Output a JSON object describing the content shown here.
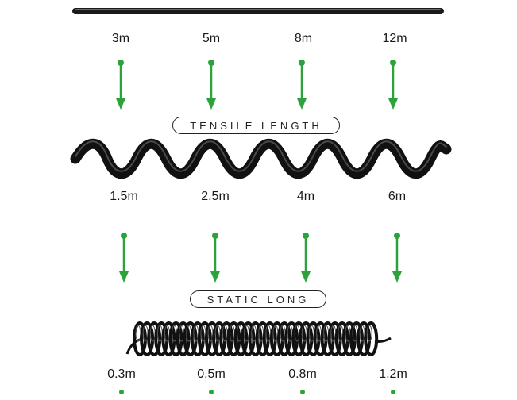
{
  "colors": {
    "arrow": "#2ca33a",
    "cable": "#111111",
    "frame": "#222222"
  },
  "tensile_row": {
    "lengths": [
      "3m",
      "5m",
      "8m",
      "12m"
    ]
  },
  "tensile_caption": "TENSILE LENGTH",
  "middle_row": {
    "lengths": [
      "1.5m",
      "2.5m",
      "4m",
      "6m"
    ]
  },
  "static_caption": "STATIC LONG",
  "static_row": {
    "lengths": [
      "0.3m",
      "0.5m",
      "0.8m",
      "1.2m"
    ]
  }
}
